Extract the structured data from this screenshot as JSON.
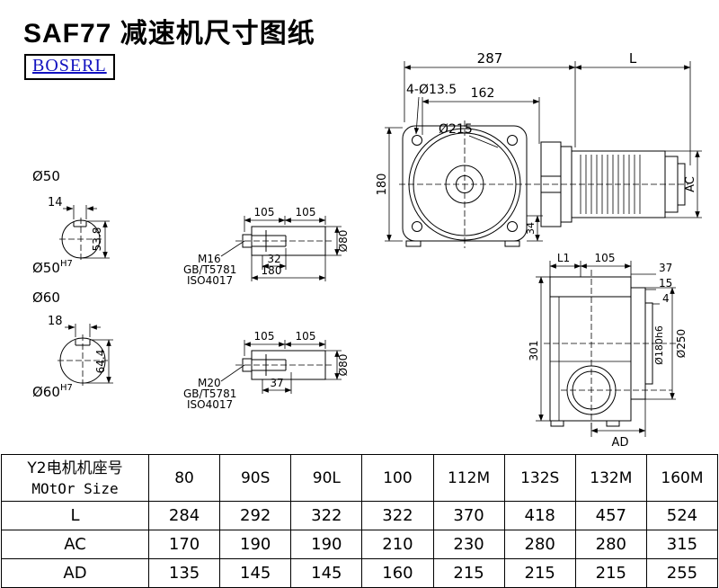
{
  "page": {
    "title": "SAF77 减速机尺寸图纸",
    "logo": "BOSERL"
  },
  "shaft1": {
    "dia_label": "Ø50",
    "key_width": "14",
    "height": "53.8",
    "fit_dia": "Ø50",
    "fit_tol": "H7"
  },
  "shaft2": {
    "dia_label": "Ø60",
    "key_width": "18",
    "height": "64.4",
    "fit_dia": "Ø60",
    "fit_tol": "H7"
  },
  "bolt1": {
    "dim_a": "105",
    "dim_b": "105",
    "thread": "M16",
    "std1": "GB/T5781",
    "std2": "ISO4017",
    "thread_len": "32",
    "total_len": "180",
    "dia": "Ø80"
  },
  "bolt2": {
    "dim_a": "105",
    "dim_b": "105",
    "thread": "M20",
    "std1": "GB/T5781",
    "std2": "ISO4017",
    "thread_len": "37",
    "dia": "Ø80"
  },
  "front_view": {
    "width": "287",
    "motor_len": "L",
    "holes": "4-Ø13.5",
    "flange_width": "162",
    "flange_dia": "Ø215",
    "height": "180",
    "step": "34",
    "motor_dia": "AC"
  },
  "side_view": {
    "l1": "L1",
    "d105": "105",
    "d37": "37",
    "d15": "15",
    "d4": "4",
    "height": "301",
    "pilot_dia": "Ø180h6",
    "flange_dia": "Ø250",
    "ad": "AD"
  },
  "table": {
    "header_cn": "Y2电机机座号",
    "header_en": "MOtOr Size",
    "columns": [
      "80",
      "90S",
      "90L",
      "100",
      "112M",
      "132S",
      "132M",
      "160M"
    ],
    "rows": [
      {
        "label": "L",
        "values": [
          "284",
          "292",
          "322",
          "322",
          "370",
          "418",
          "457",
          "524"
        ]
      },
      {
        "label": "AC",
        "values": [
          "170",
          "190",
          "190",
          "210",
          "230",
          "280",
          "280",
          "315"
        ]
      },
      {
        "label": "AD",
        "values": [
          "135",
          "145",
          "145",
          "160",
          "215",
          "215",
          "215",
          "255"
        ]
      }
    ]
  }
}
